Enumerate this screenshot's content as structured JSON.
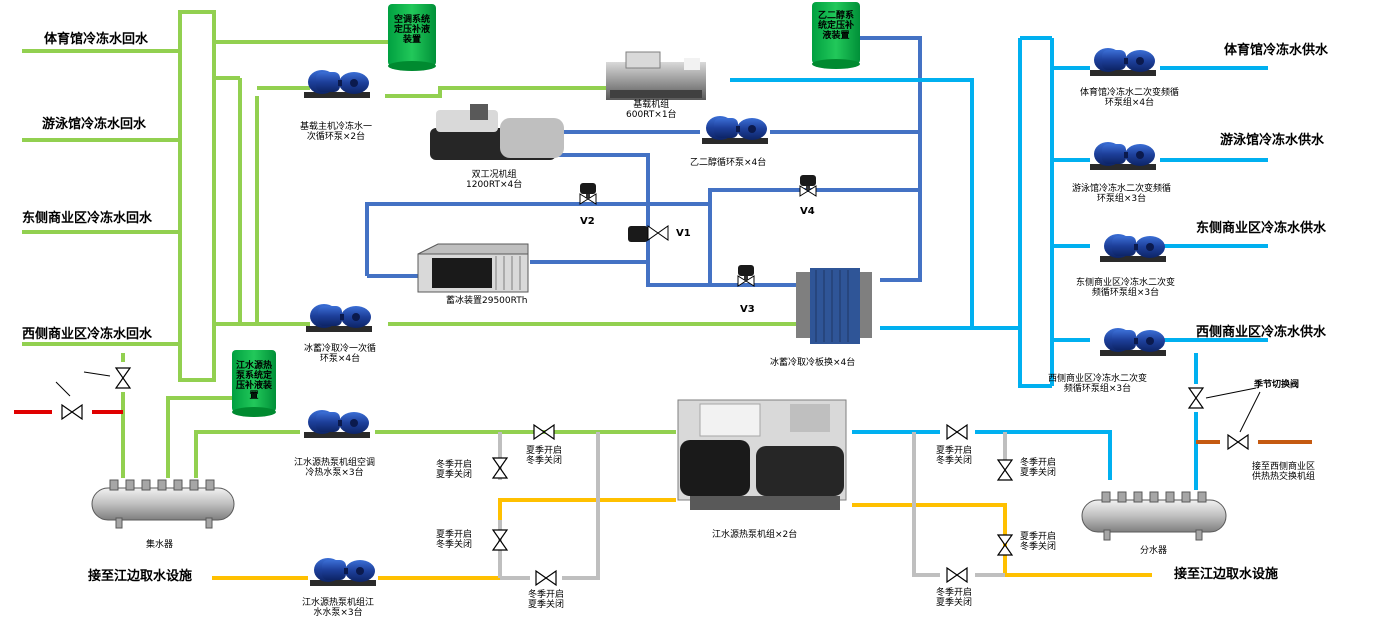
{
  "returns": {
    "gym": "体育馆冷冻水回水",
    "pool": "游泳馆冷冻水回水",
    "east": "东侧商业区冷冻水回水",
    "west": "西侧商业区冷冻水回水"
  },
  "supplies": {
    "gym": "体育馆冷冻水供水",
    "pool": "游泳馆冷冻水供水",
    "east": "东侧商业区冷冻水供水",
    "west": "西侧商业区冷冻水供水"
  },
  "tanks": {
    "ac": "空调系统定压补液装置",
    "glycol": "乙二醇系统定压补液装置",
    "river": "江水源热泵系统定压补液装置"
  },
  "equipment": {
    "base_chiller": [
      "基载机组",
      "600RT×1台"
    ],
    "dual_chiller": [
      "双工况机组",
      "1200RT×4台"
    ],
    "ice_storage": "蓄冰装置29500RTh",
    "plate_hx": "冰蓄冷取冷板换×4台",
    "heat_pump": "江水源热泵机组×2台",
    "collector": "集水器",
    "distributor": "分水器"
  },
  "pumps": {
    "base_primary": [
      "基载主机冷冻水一",
      "次循环泵×2台"
    ],
    "glycol": "乙二醇循环泵×4台",
    "ice_primary": [
      "冰蓄冷取冷一次循",
      "环泵×4台"
    ],
    "gym_sec": [
      "体育馆冷冻水二次变频循",
      "环泵组×4台"
    ],
    "pool_sec": [
      "游泳馆冷冻水二次变频循",
      "环泵组×3台"
    ],
    "east_sec": [
      "东侧商业区冷冻水二次变",
      "频循环泵组×3台"
    ],
    "west_sec": [
      "西侧商业区冷冻水二次变",
      "频循环泵组×3台"
    ],
    "hp_ac": [
      "江水源热泵机组空调",
      "冷热水泵×3台"
    ],
    "hp_river": [
      "江水源热泵机组江",
      "水水泵×3台"
    ]
  },
  "valves": {
    "v1": "V1",
    "v2": "V2",
    "v3": "V3",
    "v4": "V4",
    "winter_open_summer_close": [
      "冬季开启",
      "夏季关闭"
    ],
    "summer_open_winter_close": [
      "夏季开启",
      "冬季关闭"
    ],
    "season_switch": "季节切换阀"
  },
  "connections": {
    "river_left": "接至江边取水设施",
    "river_right": "接至江边取水设施",
    "west_heat": [
      "接至西侧商业区",
      "供热热交换机组"
    ]
  },
  "colors": {
    "return_green": "#92d050",
    "supply_blue": "#00b0f0",
    "glycol_blue": "#4472c4",
    "river_yellow": "#ffc000",
    "condenser_grey": "#bfbfbf",
    "heat_red": "#e00000",
    "heat_brown": "#c55a11",
    "tank_green": "#00b050"
  }
}
